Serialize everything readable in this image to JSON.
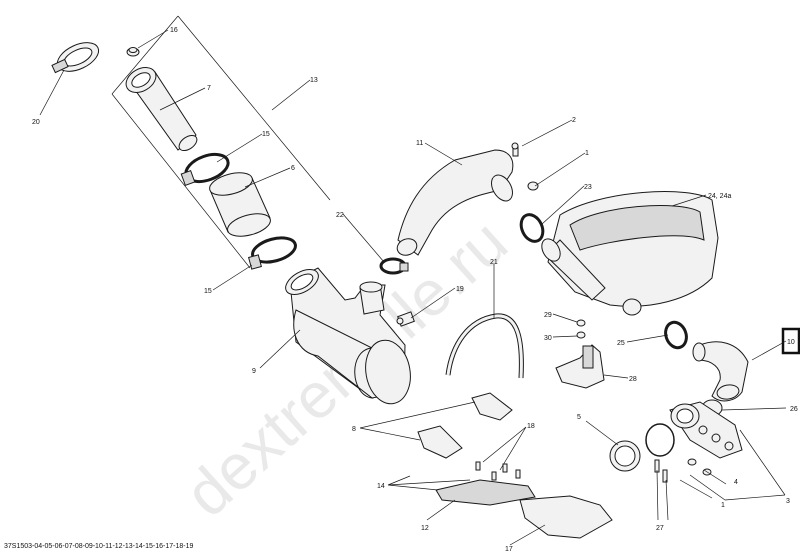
{
  "watermark": "dextremelle.ru",
  "document_ref": "37S1503-04-05-06-07-08-09-10-11-12-13-14-15-16-17-18-19",
  "callouts": {
    "c1a": "1",
    "c1b": "1",
    "c2": "2",
    "c3": "3",
    "c4": "4",
    "c5": "5",
    "c6": "6",
    "c7": "7",
    "c8": "8",
    "c9": "9",
    "c10": "10",
    "c11": "11",
    "c12": "12",
    "c13": "13",
    "c14": "14",
    "c15a": "15",
    "c15b": "15",
    "c16": "16",
    "c17": "17",
    "c18": "18",
    "c19": "19",
    "c20": "20",
    "c21": "21",
    "c22": "22",
    "c23": "23",
    "c24": "24, 24a",
    "c25": "25",
    "c26": "26",
    "c27": "27",
    "c28": "28",
    "c29": "29",
    "c30": "30"
  }
}
